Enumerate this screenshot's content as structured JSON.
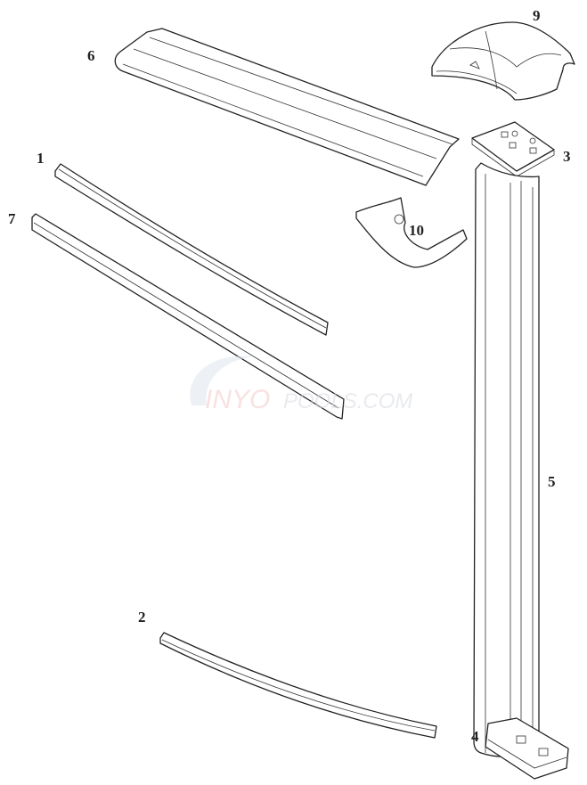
{
  "diagram": {
    "callouts": [
      {
        "id": "9",
        "part": "top-cap"
      },
      {
        "id": "6",
        "part": "top-rail"
      },
      {
        "id": "1",
        "part": "top-track"
      },
      {
        "id": "3",
        "part": "top-plate"
      },
      {
        "id": "7",
        "part": "stabilizer-rail"
      },
      {
        "id": "10",
        "part": "cap-bracket"
      },
      {
        "id": "5",
        "part": "upright"
      },
      {
        "id": "2",
        "part": "bottom-track"
      },
      {
        "id": "4",
        "part": "bottom-plate"
      }
    ],
    "watermark": {
      "text_a": "INYO",
      "text_b": "POOLS.COM",
      "color_a": "#f3c9c9",
      "color_b": "#d6d9df"
    },
    "line_color": "#222222"
  }
}
